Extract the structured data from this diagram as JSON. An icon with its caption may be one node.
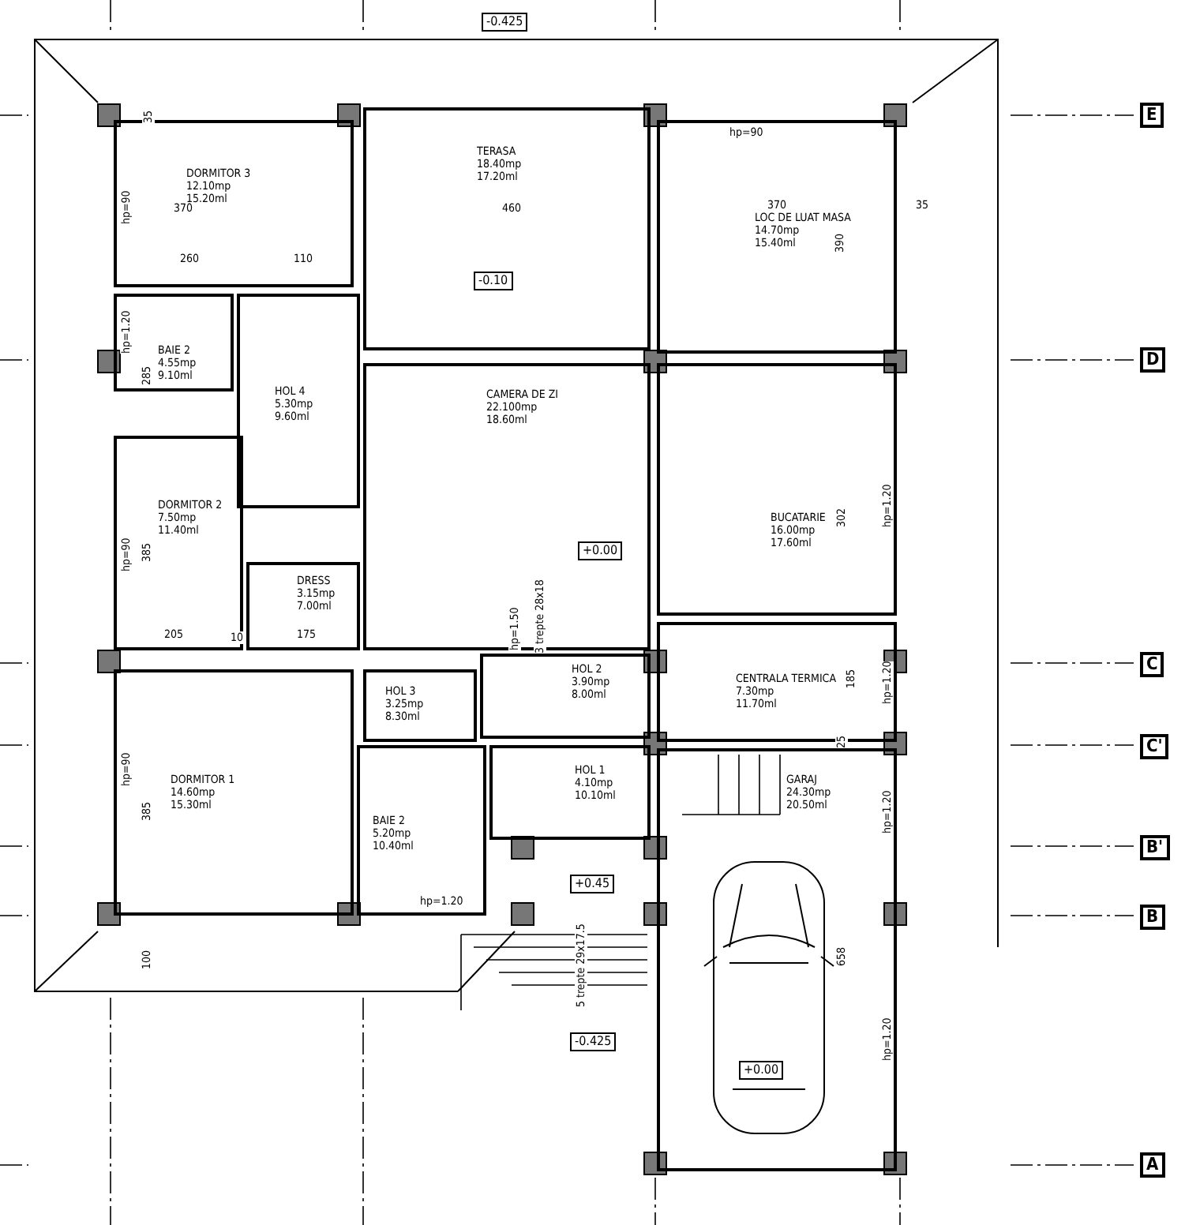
{
  "diagram": {
    "nodes": [
      {
        "text": [
          "DORMITOR 3",
          "12.10mp",
          "15.20ml"
        ]
      },
      {
        "text": [
          "TERASA",
          "18.40mp",
          "17.20ml"
        ]
      },
      {
        "text": [
          "LOC DE LUAT MASA",
          "14.70mp",
          "15.40ml"
        ]
      },
      {
        "text": [
          "BAIE 2",
          "4.55mp",
          "9.10ml"
        ]
      },
      {
        "text": [
          "HOL 4",
          "5.30mp",
          "9.60ml"
        ]
      },
      {
        "text": [
          "CAMERA DE ZI",
          "22.100mp",
          "18.60ml"
        ]
      },
      {
        "text": [
          "DORMITOR 2",
          "7.50mp",
          "11.40ml"
        ]
      },
      {
        "text": [
          "DRESS",
          "3.15mp",
          "7.00ml"
        ]
      },
      {
        "text": [
          "BUCATARIE",
          "16.00mp",
          "17.60ml"
        ]
      },
      {
        "text": [
          "HOL 3",
          "3.25mp",
          "8.30ml"
        ]
      },
      {
        "text": [
          "HOL 2",
          "3.90mp",
          "8.00ml"
        ]
      },
      {
        "text": [
          "CENTRALA TERMICA",
          "7.30mp",
          "11.70ml"
        ]
      },
      {
        "text": [
          "DORMITOR 1",
          "14.60mp",
          "15.30ml"
        ]
      },
      {
        "text": [
          "BAIE 2",
          "5.20mp",
          "10.40ml"
        ]
      },
      {
        "text": [
          "HOL 1",
          "4.10mp",
          "10.10ml"
        ]
      },
      {
        "text": [
          "GARAJ",
          "24.30mp",
          "20.50ml"
        ]
      }
    ],
    "edges": [],
    "labels": [
      "-0.425",
      "-0.10",
      "+0.00",
      "+0.45",
      "-0.425",
      "+0.00",
      "E",
      "D",
      "C",
      "C'",
      "B'",
      "B",
      "A",
      "35",
      "370",
      "460",
      "260",
      "110",
      "370",
      "390",
      "35",
      "285",
      "385",
      "205",
      "10",
      "175",
      "302",
      "185",
      "25",
      "658",
      "385",
      "100",
      "hp=90",
      "hp=1.20",
      "hp=90",
      "hp=1.50",
      "hp=90",
      "hp=1.20",
      "hp=1.20",
      "hp=1.20",
      "hp=1.20",
      "hp=90",
      "hp=1.20",
      "3 trepte 28x18",
      "5 trepte 29x17.5"
    ]
  }
}
